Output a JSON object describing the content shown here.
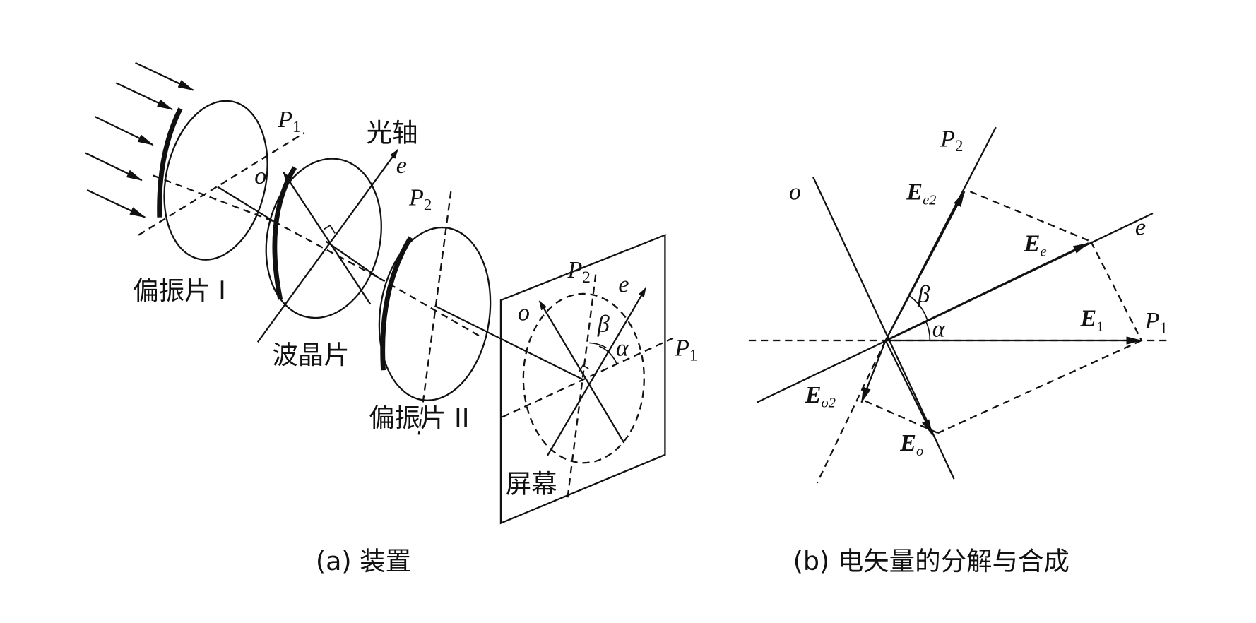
{
  "panel_a": {
    "caption": "(a) 装置",
    "labels": {
      "polarizer1": "偏振片 I",
      "waveplate": "波晶片",
      "polarizer2": "偏振片 II",
      "screen": "屏幕",
      "optic_axis": "光轴",
      "P1": "P",
      "P1_sub": "1",
      "P2": "P",
      "P2_sub": "2",
      "o": "o",
      "e": "e",
      "screen_P2": "P",
      "screen_P2_sub": "2",
      "screen_P1": "P",
      "screen_P1_sub": "1",
      "screen_o": "o",
      "screen_e": "e",
      "alpha": "α",
      "beta": "β"
    }
  },
  "panel_b": {
    "caption": "(b) 电矢量的分解与合成",
    "labels": {
      "P2": "P",
      "P2_sub": "2",
      "P1": "P",
      "P1_sub": "1",
      "o": "o",
      "e": "e",
      "Ee2": "E",
      "Ee2_sub": "e2",
      "Ee": "E",
      "Ee_sub": "e",
      "E1": "E",
      "E1_sub": "1",
      "Eo2": "E",
      "Eo2_sub": "o2",
      "Eo": "E",
      "Eo_sub": "o",
      "alpha": "α",
      "beta": "β"
    }
  }
}
